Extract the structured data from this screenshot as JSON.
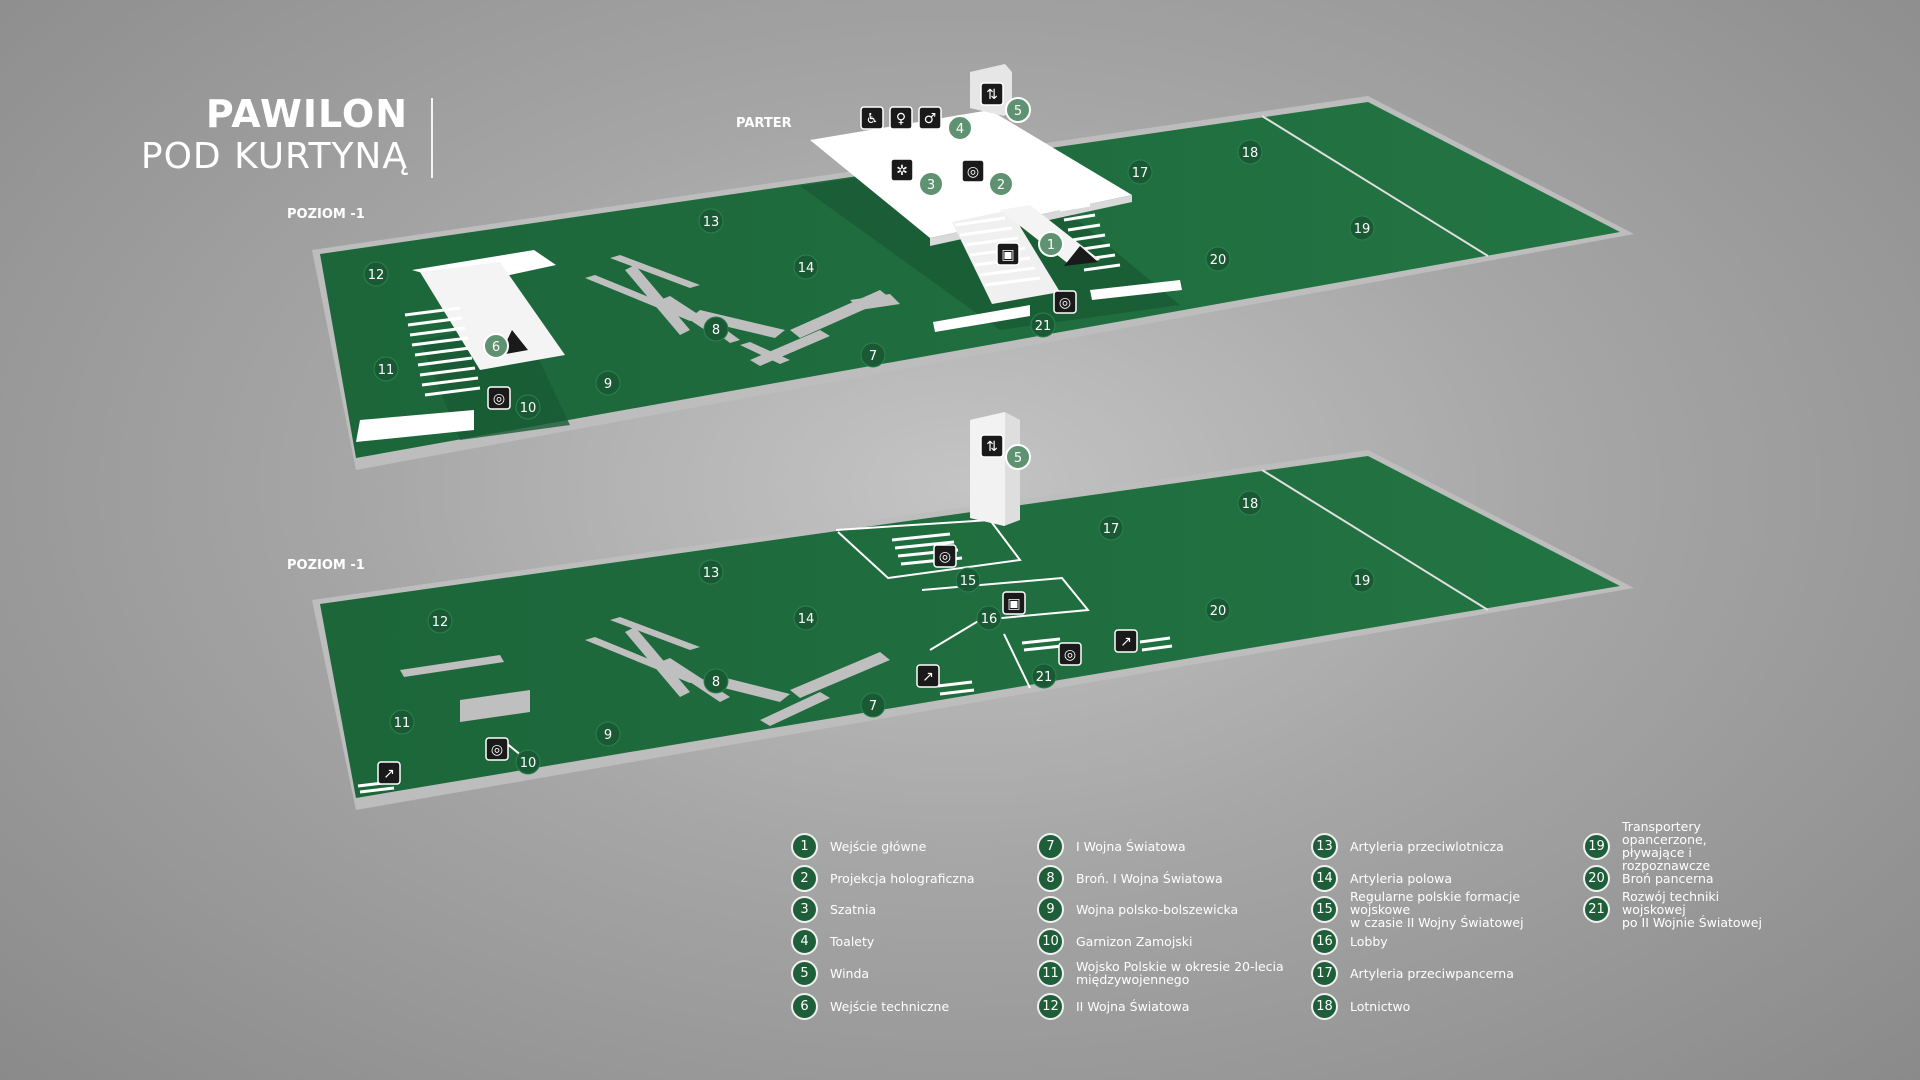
{
  "title": {
    "line1": "PAWILON",
    "line2": "POD KURTYNĄ"
  },
  "labels": {
    "parter": "PARTER",
    "poziom_top": "POZIOM -1",
    "poziom_bottom": "POZIOM -1"
  },
  "colors": {
    "floor": "#1f6b3e",
    "floor_dark": "#195a34",
    "badge": "#1e5f3a",
    "badge_light": "#5e9270",
    "white": "#ffffff"
  },
  "top_markers": [
    "1",
    "2",
    "3",
    "4",
    "5",
    "6",
    "7",
    "8",
    "9",
    "10",
    "11",
    "12",
    "13",
    "14",
    "17",
    "18",
    "19",
    "20",
    "21"
  ],
  "bottom_markers": [
    "5",
    "7",
    "8",
    "9",
    "10",
    "11",
    "12",
    "13",
    "14",
    "15",
    "16",
    "17",
    "18",
    "19",
    "20",
    "21"
  ],
  "icons": [
    "wheelchair-icon",
    "woman-icon",
    "man-icon",
    "cloakroom-icon",
    "projector-icon",
    "elevator-icon",
    "stairs-icon",
    "book-icon"
  ],
  "legend": [
    {
      "num": "1",
      "text": "Wejście główne"
    },
    {
      "num": "2",
      "text": "Projekcja holograficzna"
    },
    {
      "num": "3",
      "text": "Szatnia"
    },
    {
      "num": "4",
      "text": "Toalety"
    },
    {
      "num": "5",
      "text": "Winda"
    },
    {
      "num": "6",
      "text": "Wejście techniczne"
    },
    {
      "num": "7",
      "text": "I Wojna Światowa"
    },
    {
      "num": "8",
      "text": "Broń. I Wojna Światowa"
    },
    {
      "num": "9",
      "text": "Wojna polsko-bolszewicka"
    },
    {
      "num": "10",
      "text": "Garnizon Zamojski"
    },
    {
      "num": "11",
      "text": "Wojsko Polskie w okresie 20-lecia\nmiędzywojennego"
    },
    {
      "num": "12",
      "text": "II Wojna Światowa"
    },
    {
      "num": "13",
      "text": "Artyleria przeciwlotnicza"
    },
    {
      "num": "14",
      "text": "Artyleria polowa"
    },
    {
      "num": "15",
      "text": "Regularne polskie formacje wojskowe\nw czasie II Wojny Światowej"
    },
    {
      "num": "16",
      "text": "Lobby"
    },
    {
      "num": "17",
      "text": "Artyleria przeciwpancerna"
    },
    {
      "num": "18",
      "text": "Lotnictwo"
    },
    {
      "num": "19",
      "text": "Transportery opancerzone,\npływające i rozpoznawcze"
    },
    {
      "num": "20",
      "text": "Broń pancerna"
    },
    {
      "num": "21",
      "text": "Rozwój techniki wojskowej\npo II Wojnie Światowej"
    }
  ]
}
